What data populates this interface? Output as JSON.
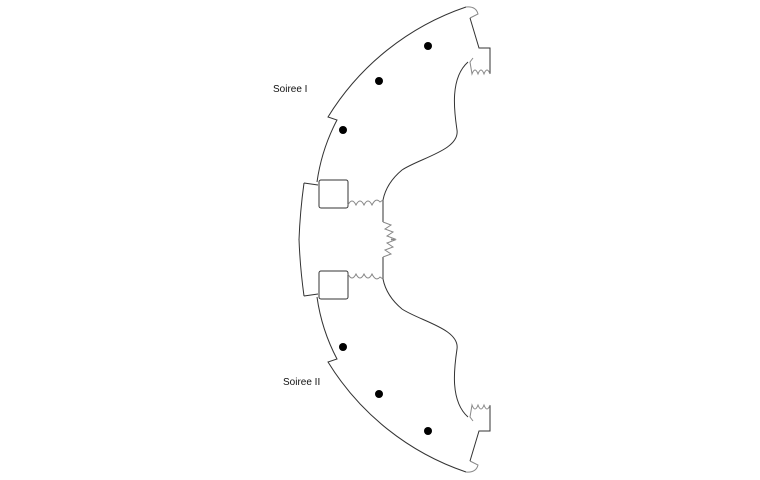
{
  "rooms": [
    {
      "name": "Soiree I",
      "seat_markers": 3
    },
    {
      "name": "Soiree II",
      "seat_markers": 3
    }
  ],
  "colors": {
    "wall": "#333333",
    "door": "#888888",
    "marker": "#000000"
  }
}
